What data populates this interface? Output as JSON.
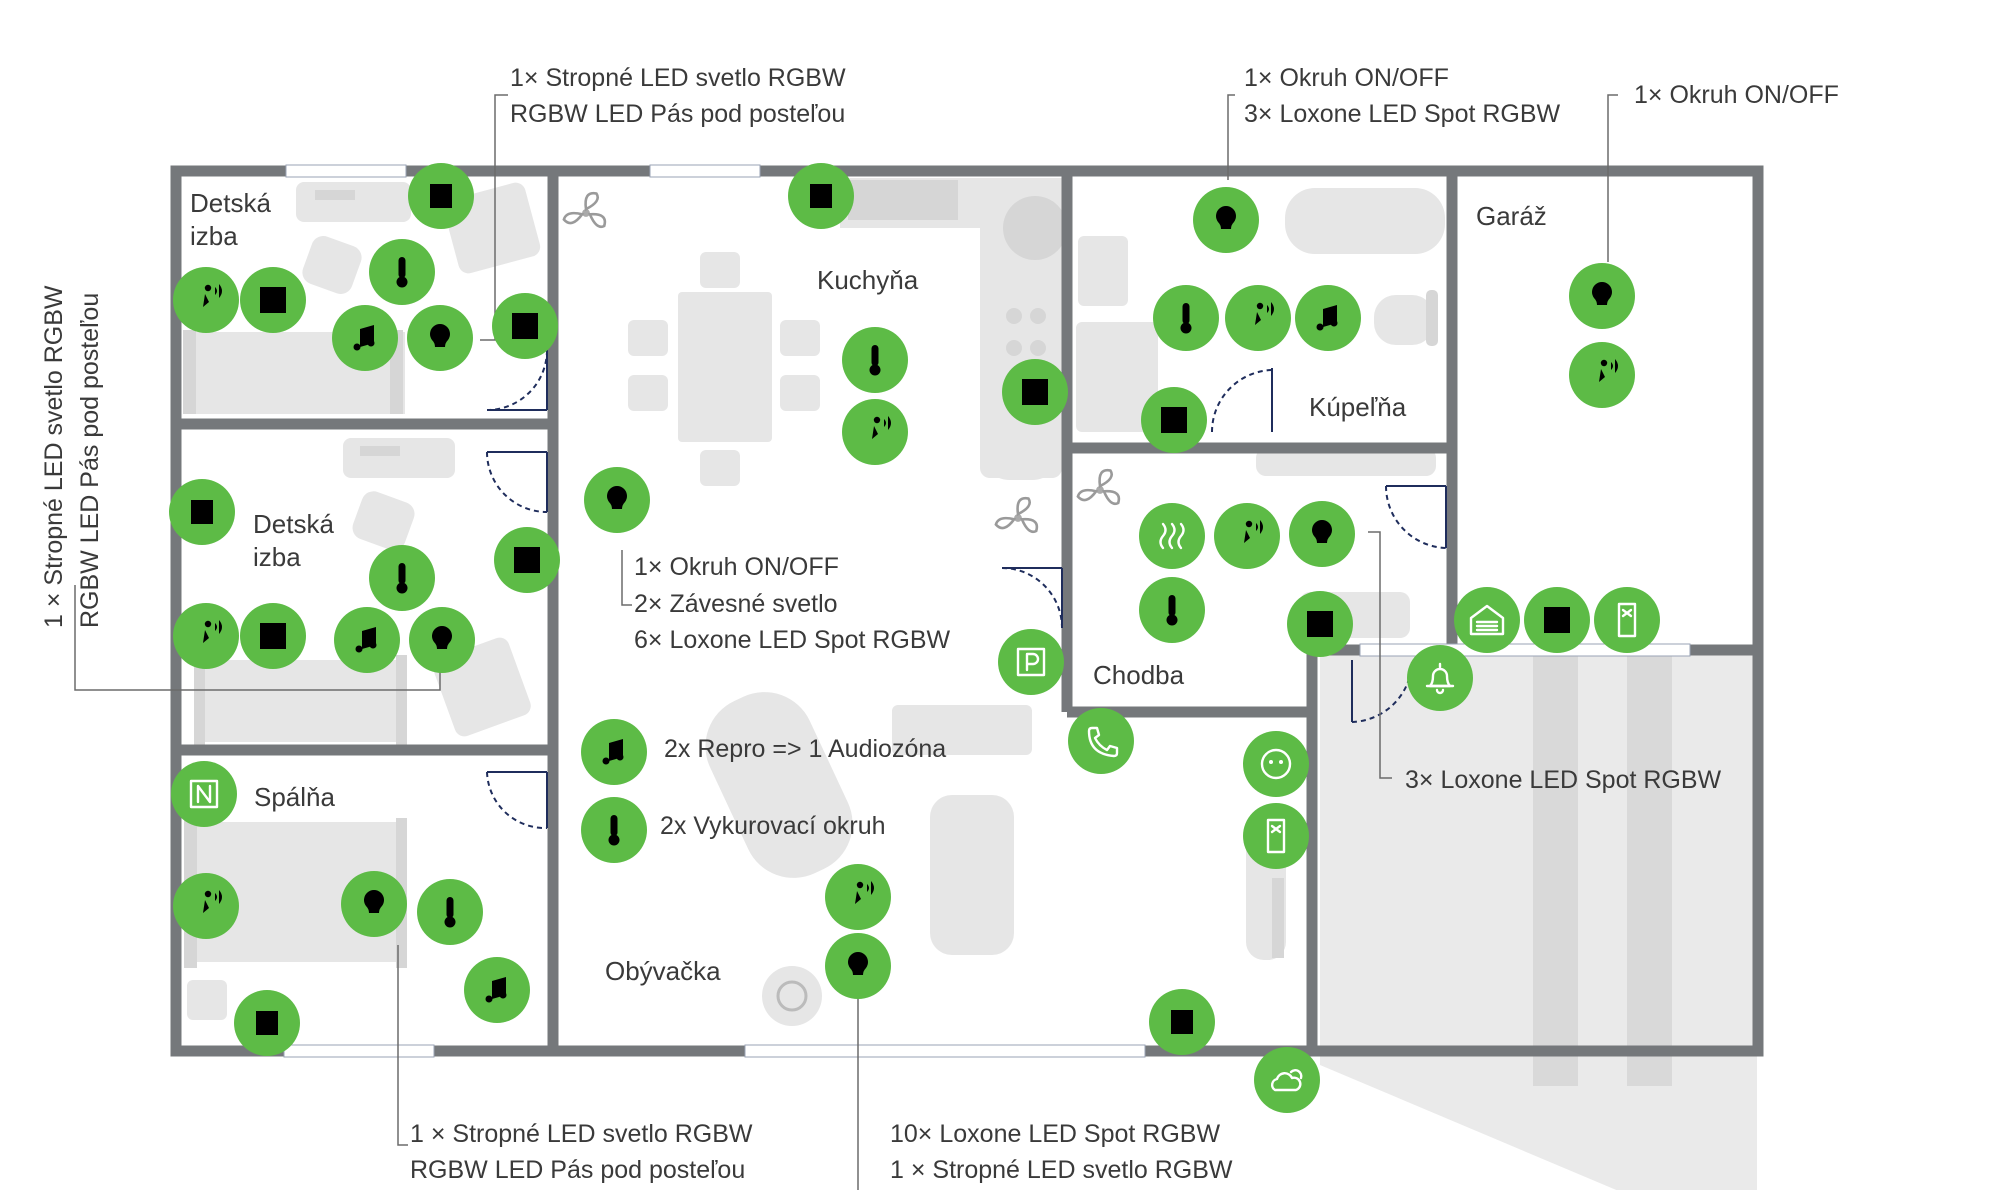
{
  "colors": {
    "accent": "#5dbb46",
    "wall": "#75787b",
    "furniture": "#e6e6e6",
    "door": "#1f2d5c",
    "text": "#3a3a3a"
  },
  "rooms": {
    "kids1_line1": "Detská",
    "kids1_line2": "izba",
    "kids2_line1": "Detská",
    "kids2_line2": "izba",
    "bedroom": "Spálňa",
    "kitchen": "Kuchyňa",
    "living": "Obývačka",
    "bathroom": "Kúpeľňa",
    "hallway": "Chodba",
    "garage": "Garáž"
  },
  "annotations": {
    "kids1_top": [
      "1× Stropné LED svetlo RGBW",
      "RGBW LED Pás pod posteľou"
    ],
    "kids2_side": [
      "1 × Stropné LED svetlo RGBW",
      "RGBW LED Pás pod posteľou"
    ],
    "bathroom_top": [
      "1× Okruh ON/OFF",
      "3× Loxone LED Spot RGBW"
    ],
    "garage_top": "1× Okruh ON/OFF",
    "kitchen": [
      "1× Okruh ON/OFF",
      "2× Závesné svetlo",
      "6× Loxone LED Spot RGBW"
    ],
    "audio": "2x Repro => 1 Audiozóna",
    "heating": "2x Vykurovací okruh",
    "hallway_right": "3× Loxone LED Spot RGBW",
    "bedroom_bottom": [
      "1 × Stropné LED svetlo RGBW",
      "RGBW LED Pás pod posteľou"
    ],
    "living_bottom": [
      "10× Loxone LED Spot RGBW",
      "1 × Stropné LED svetlo RGBW"
    ]
  },
  "icons": [
    "blinds-icon",
    "thermometer-icon",
    "motion-sensor-icon",
    "touch-switch-icon",
    "music-icon",
    "light-bulb-icon",
    "nfc-icon",
    "floor-heating-icon",
    "presence-icon",
    "phone-icon",
    "power-outlet-icon",
    "intercom-icon",
    "garage-door-icon",
    "doorbell-icon",
    "weather-icon",
    "fan-icon"
  ]
}
